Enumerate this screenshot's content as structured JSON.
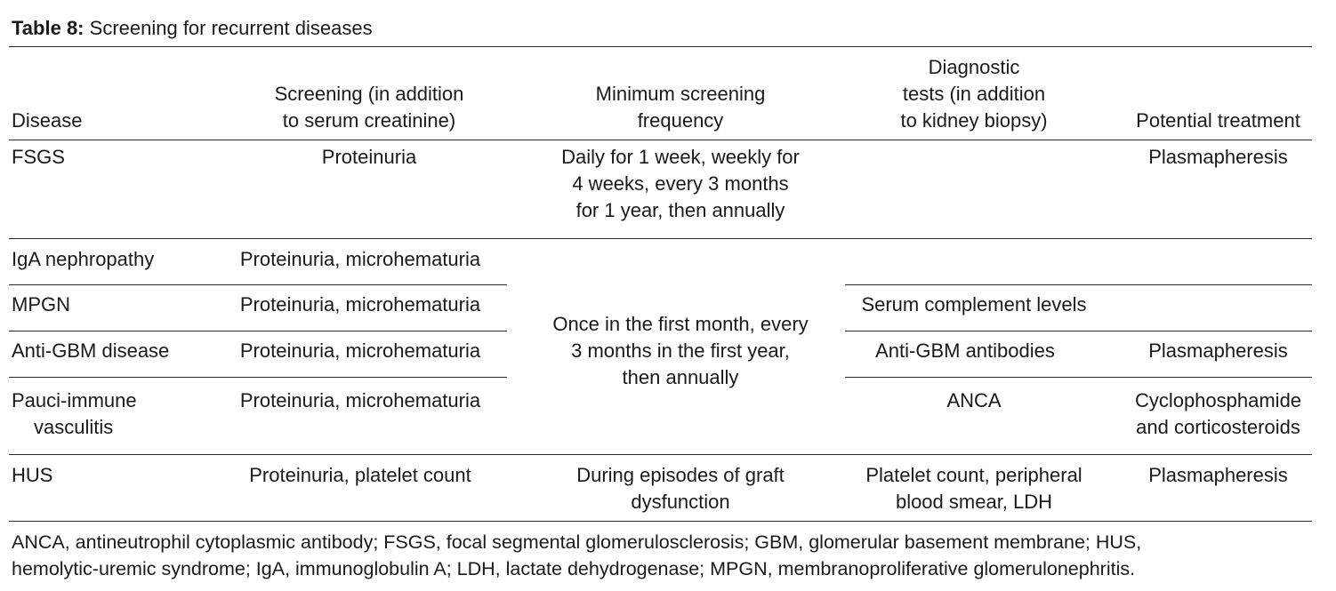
{
  "caption": {
    "label": "Table 8:",
    "title": "Screening for recurrent diseases"
  },
  "headers": {
    "disease": "Disease",
    "screening": [
      "Screening (in addition",
      "to serum creatinine)"
    ],
    "frequency": [
      "Minimum screening",
      "frequency"
    ],
    "diagnostic": [
      "Diagnostic",
      "tests (in addition",
      "to kidney biopsy)"
    ],
    "treatment": "Potential treatment"
  },
  "rows": {
    "fsgs": {
      "disease": "FSGS",
      "screening": "Proteinuria",
      "frequency": [
        "Daily for 1 week, weekly for",
        "4 weeks, every 3 months",
        "for 1 year, then annually"
      ],
      "treatment": "Plasmapheresis"
    },
    "iga": {
      "disease": "IgA nephropathy",
      "screening": "Proteinuria, microhematuria"
    },
    "mpgn": {
      "disease": "MPGN",
      "screening": "Proteinuria, microhematuria",
      "diagnostic": "Serum complement levels"
    },
    "antigbm": {
      "disease": "Anti-GBM disease",
      "screening": "Proteinuria, microhematuria",
      "diagnostic": "Anti-GBM antibodies",
      "treatment": "Plasmapheresis"
    },
    "pauci": {
      "disease": [
        "Pauci-immune",
        "vasculitis"
      ],
      "screening": "Proteinuria, microhematuria",
      "diagnostic": "ANCA",
      "treatment": [
        "Cyclophosphamide",
        "and corticosteroids"
      ]
    },
    "shared_frequency": [
      "Once in the first month, every",
      "3 months in the first year,",
      "then annually"
    ],
    "hus": {
      "disease": "HUS",
      "screening": "Proteinuria, platelet count",
      "frequency": [
        "During episodes of graft",
        "dysfunction"
      ],
      "diagnostic": [
        "Platelet count, peripheral",
        "blood smear, LDH"
      ],
      "treatment": "Plasmapheresis"
    }
  },
  "footnote": [
    "ANCA, antineutrophil cytoplasmic antibody; FSGS, focal segmental glomerulosclerosis; GBM, glomerular basement membrane; HUS,",
    "hemolytic-uremic syndrome; IgA, immunoglobulin A; LDH, lactate dehydrogenase; MPGN, membranoproliferative glomerulonephritis."
  ]
}
